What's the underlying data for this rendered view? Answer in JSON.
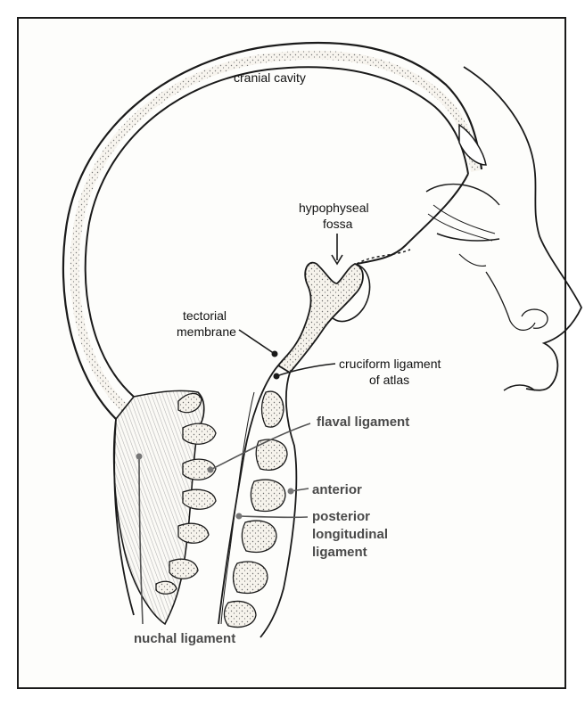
{
  "figure": {
    "labels": {
      "cranial_cavity": "cranial cavity",
      "hypophyseal_1": "hypophyseal",
      "hypophyseal_2": "fossa",
      "tectorial_1": "tectorial",
      "tectorial_2": "membrane",
      "cruciform_1": "cruciform ligament",
      "cruciform_2": "of atlas",
      "flaval": "flaval ligament",
      "anterior": "anterior",
      "posterior_1": "posterior",
      "posterior_2": "longitudinal",
      "posterior_3": "ligament",
      "nuchal": "nuchal ligament"
    },
    "colors": {
      "line": "#1a1a1a",
      "bold_label": "#4a4a4a",
      "bone_fill": "#f4f1ea",
      "stipple": "#555555"
    }
  }
}
